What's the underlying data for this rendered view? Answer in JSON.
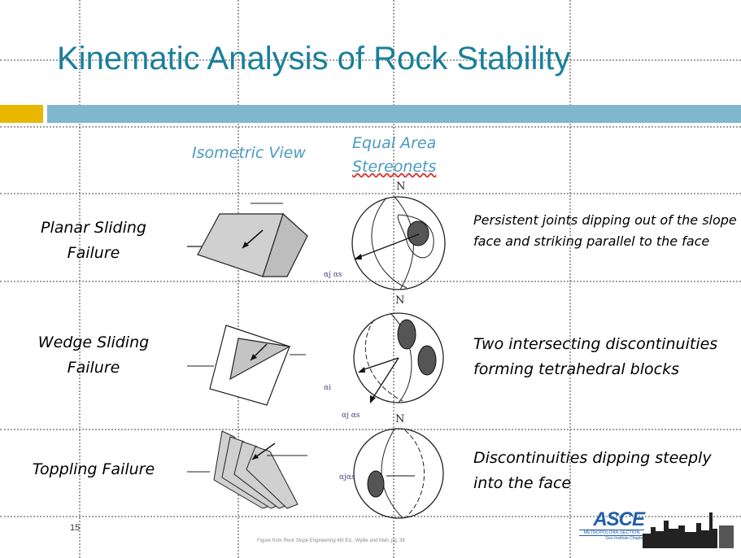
{
  "title": "Kinematic Analysis of Rock Stability",
  "headers": {
    "isometric": "Isometric View",
    "stereonet_line1": "Equal Area",
    "stereonet_line2": "Stereonets"
  },
  "rows": [
    {
      "label_line1": "Planar Sliding",
      "label_line2": "Failure",
      "description": "Persistent  joints dipping out of the slope face and striking parallel to the face",
      "north": "N",
      "alpha_labels": [
        "αj αs"
      ]
    },
    {
      "label_line1": "Wedge Sliding",
      "label_line2": "Failure",
      "description": "Two intersecting discontinuities forming tetrahedral blocks",
      "north": "N",
      "alpha_labels": [
        "αi",
        "αj αs"
      ]
    },
    {
      "label_line1": "Toppling Failure",
      "label_line2": "",
      "description": "Discontinuities dipping steeply into the face",
      "north": "N",
      "alpha_labels": [
        "αjαs"
      ]
    }
  ],
  "page_number": "15",
  "caption": {
    "prefix": "Figure from ",
    "book": "Rock Slope Engineering",
    "suffix": " 4th Ed., Wyllie and Mah, pg. 38"
  },
  "logo": {
    "name": "ASCE",
    "line1": "METROPOLITAN SECTION",
    "line2": "Geo-Institute Chapter"
  },
  "colors": {
    "title": "#1a7f9a",
    "accent_yellow": "#e8b700",
    "accent_blue": "#7fb7cc",
    "header": "#4a9bbf"
  }
}
